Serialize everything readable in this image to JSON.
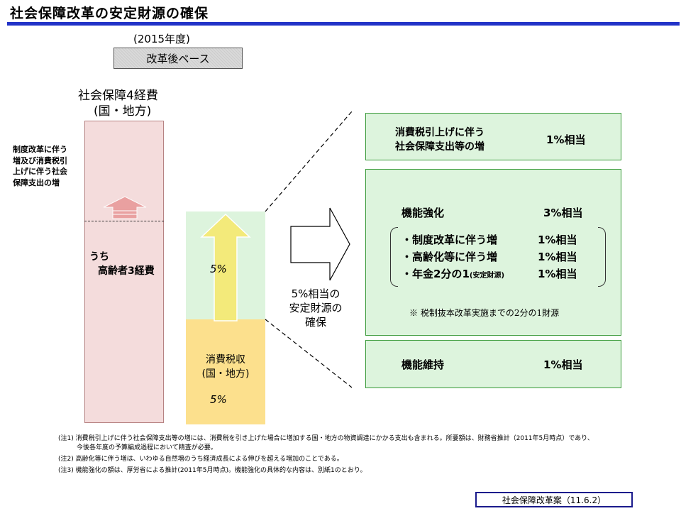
{
  "title": "社会保障改革の安定財源の確保",
  "year": "(2015年度)",
  "base_label": "改革後ベース",
  "ss_cost_title": "社会保障4経費",
  "ss_cost_sub": "(国・地方)",
  "increase_note": [
    "制度改革に伴う",
    "増及び消費税引",
    "上げに伴う社会",
    "保障支出の増"
  ],
  "elderly": [
    "うち",
    "高齢者3経費"
  ],
  "pct_top": "5%",
  "tax_revenue": [
    "消費税収",
    "(国・地方)"
  ],
  "pct_bottom": "5%",
  "stable_source": [
    "5%相当の",
    "安定財源の",
    "確保"
  ],
  "boxes": {
    "top": {
      "lines": [
        "消費税引上げに伴う",
        "社会保障支出等の増"
      ],
      "value": "1%相当"
    },
    "middle": {
      "label": "機能強化",
      "value": "3%相当",
      "items": [
        {
          "label": "・制度改革に伴う増",
          "value": "1%相当"
        },
        {
          "label": "・高齢化等に伴う増",
          "value": "1%相当"
        },
        {
          "label": "・年金2分の1",
          "note": "(安定財源)",
          "value": "1%相当"
        }
      ],
      "footnote": "※ 税制抜本改革実施までの2分の1財源"
    },
    "bottom": {
      "label": "機能維持",
      "value": "1%相当"
    }
  },
  "footnotes": [
    "(注1)  消費税引上げに伴う社会保障支出等の増には、消費税を引き上げた場合に増加する国・地方の物資調達にかかる支出も含まれる。所要額は、財務省推計（2011年5月時点）であり、",
    "今後各年度の予算編成過程において精査が必要。",
    "(注2)  高齢化等に伴う増は、いわゆる自然増のうち経済成長による伸びを超える増加のことである。",
    "(注3)  機能強化の額は、厚労省による推計(2011年5月時点)。機能強化の具体的な内容は、別紙1のとおり。"
  ],
  "reference": "社会保障改革案（11.6.2）",
  "colors": {
    "title_rule": "#2233c8",
    "pink": "#f4dcdc",
    "green": "#ddf4dd",
    "yellow": "#fce08d",
    "arrow_yellow": "#f3ea7a",
    "arrow_pink": "#e89a9a"
  }
}
